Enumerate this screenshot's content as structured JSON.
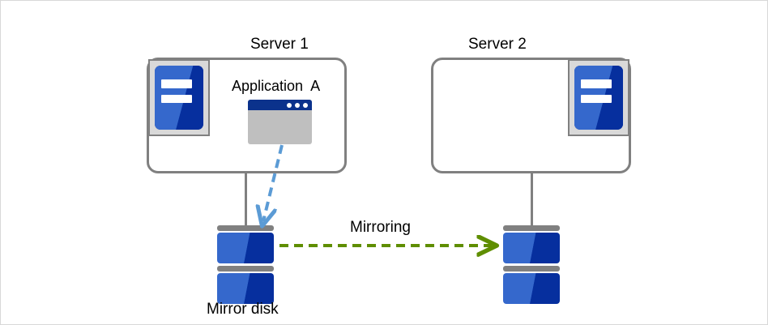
{
  "diagram": {
    "title_server1": "Server 1",
    "title_server2": "Server 2",
    "application_label": "Application  A",
    "mirroring_label": "Mirroring",
    "mirror_disk_label": "Mirror disk",
    "colors": {
      "box_border": "#808080",
      "icon_blue_light": "#3568cc",
      "icon_blue_dark": "#062f9e",
      "titlebar_blue": "#0b328c",
      "window_body_gray": "#bfbfbf",
      "icon_backdrop_gray": "#d9d9d9",
      "write_arrow_blue": "#5b9bd5",
      "mirroring_arrow_green": "#5f8e00",
      "text": "#000000",
      "page_border": "#d8d8d8"
    },
    "icons": {
      "server1_machine": "server-icon",
      "server2_machine": "server-icon",
      "application_window": "application-window-icon",
      "disk_left": "mirror-disk-icon",
      "disk_right": "mirror-disk-icon",
      "write_arrow": "dashed-arrow-down-icon",
      "mirroring_arrow": "dashed-arrow-right-icon"
    }
  }
}
